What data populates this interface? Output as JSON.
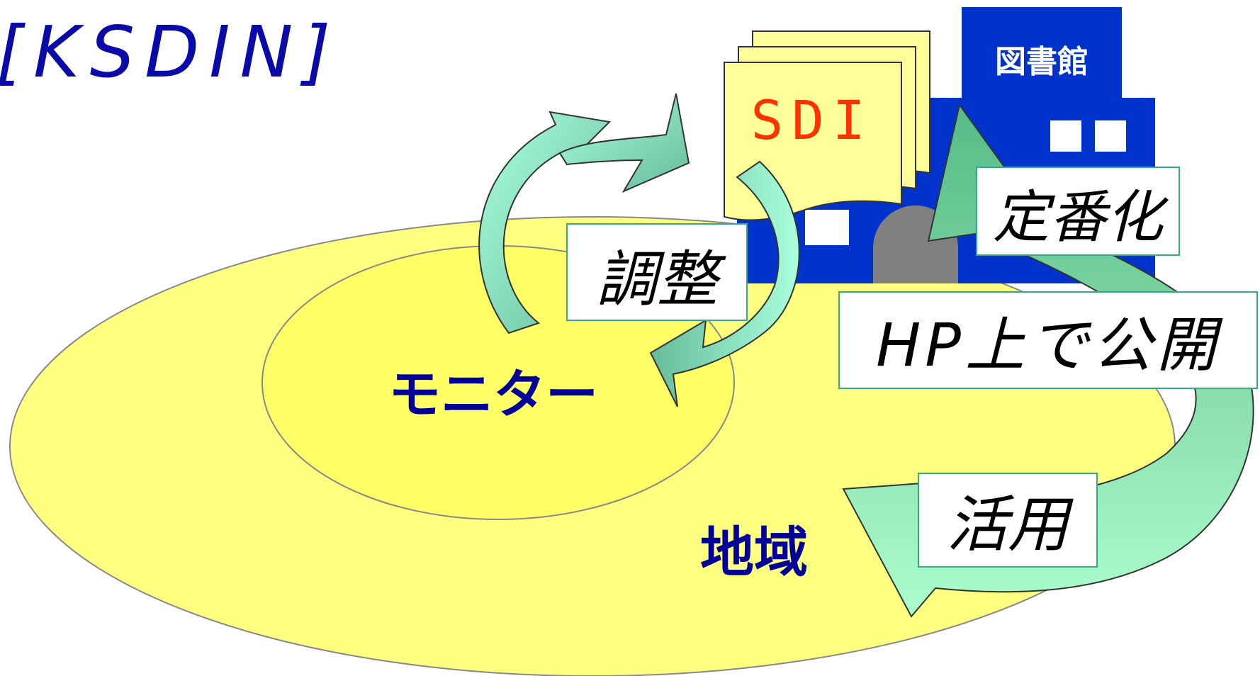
{
  "title": "[KSDIN]",
  "library": {
    "label": "図書館"
  },
  "document": {
    "label": "SDI"
  },
  "regions": {
    "outer": "地域",
    "inner": "モニター"
  },
  "steps": {
    "adjust": "調整",
    "standardize": "定番化",
    "publish": "HP上で公開",
    "utilize": "活用"
  },
  "colors": {
    "title": "#0a0aa8",
    "library_blue": "#0033cc",
    "door_gray": "#808080",
    "document_yellow": "#ffff99",
    "sdi_text": "#ff3300",
    "region_yellow": "#ffff80",
    "inner_yellow": "#ffff66",
    "region_text": "#000099",
    "arrow_green_light": "#99ffcc",
    "arrow_green_dark": "#66bb99",
    "label_border": "#33aa88"
  }
}
